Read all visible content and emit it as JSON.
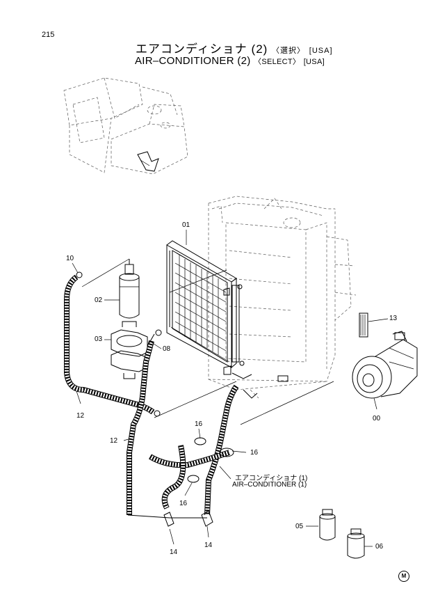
{
  "header": {
    "page_number": "215",
    "title_jp": "エアコンディショナ (2)",
    "title_jp_select": "〈選択〉",
    "title_jp_region": "[USA]",
    "title_en": "AIR–CONDITIONER (2)",
    "title_en_select": "〈SELECT〉",
    "title_en_region": "[USA]"
  },
  "callouts": {
    "c01": "01",
    "c02": "02",
    "c03": "03",
    "c08": "08",
    "c10": "10",
    "c12a": "12",
    "c12b": "12",
    "c13": "13",
    "c00": "00",
    "c16a": "16",
    "c16b": "16",
    "c16c": "16",
    "c14a": "14",
    "c14b": "14",
    "c05": "05",
    "c06": "06"
  },
  "reference": {
    "jp": "エアコンディショナ (1)",
    "en": "AIR–CONDITIONER (1)"
  },
  "footer": {
    "mark": "M"
  }
}
